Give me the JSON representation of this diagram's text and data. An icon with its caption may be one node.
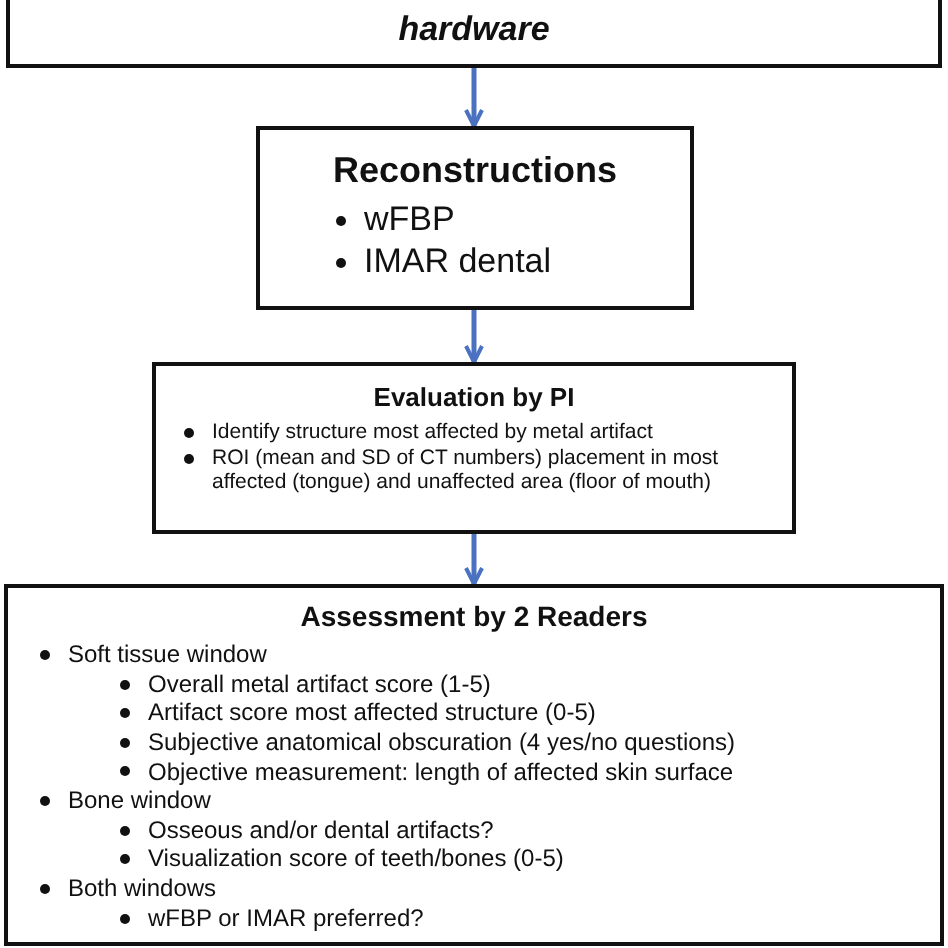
{
  "diagram": {
    "nodes": [
      {
        "text": [
          "hardware"
        ]
      },
      {
        "text": [
          "Reconstructions",
          "wFBP",
          "IMAR dental"
        ]
      },
      {
        "text": [
          "Evaluation by PI",
          "Identify structure most affected by metal artifact",
          "ROI (mean and SD of CT numbers) placement in most affected (tongue) and unaffected area (floor of mouth)"
        ]
      },
      {
        "text": [
          "Assessment by 2 Readers",
          "Soft tissue window",
          "Overall metal artifact score (1-5)",
          "Artifact score most affected structure (0-5)",
          "Subjective anatomical obscuration (4 yes/no questions)",
          "Objective measurement: length of affected skin surface",
          "Bone window",
          "Osseous and/or dental artifacts?",
          "Visualization score of teeth/bones (0-5)",
          "Both windows",
          "wFBP or IMAR preferred?"
        ]
      }
    ],
    "edges": [
      {
        "from": 0,
        "to": 1,
        "arrow": "to"
      },
      {
        "from": 1,
        "to": 2,
        "arrow": "to"
      },
      {
        "from": 2,
        "to": 3,
        "arrow": "to"
      }
    ]
  }
}
